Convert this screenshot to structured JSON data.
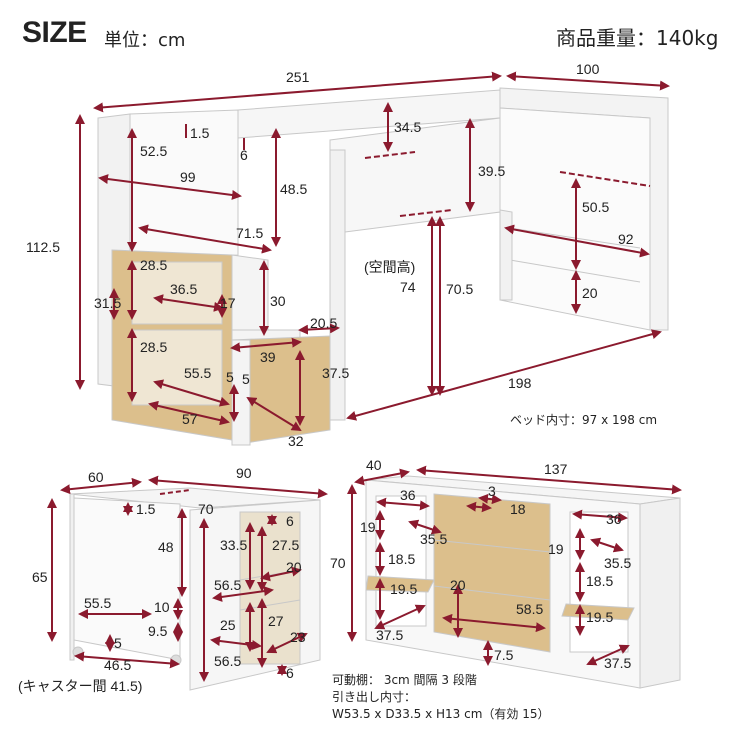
{
  "header": {
    "title": "SIZE",
    "unit": "単位：cm",
    "weight": "商品重量：140kg"
  },
  "colors": {
    "accent": "#8b1a2e",
    "wood": "#dcbf8c",
    "white_panel": "#f6f6f6",
    "outline": "#c8c8c8"
  },
  "bed_dims": {
    "d251": "251",
    "d100": "100",
    "d1125": "112.5",
    "d15": "1.5",
    "d345": "34.5",
    "d525": "52.5",
    "d6": "6",
    "d99": "99",
    "d485": "48.5",
    "d395": "39.5",
    "d715": "71.5",
    "d505": "50.5",
    "d92": "92",
    "d285a": "28.5",
    "d315": "31.5",
    "d365": "36.5",
    "d17": "17",
    "d30": "30",
    "d205": "20.5",
    "d285b": "28.5",
    "d39": "39",
    "d555": "55.5",
    "d5a": "5",
    "d5b": "5",
    "d375": "37.5",
    "d57": "57",
    "d32": "32",
    "d74": "74",
    "d705": "70.5",
    "d20": "20",
    "d198": "198",
    "space_label": "(空間高)"
  },
  "inner_size": "ベッド内寸：97 x 198 cm",
  "desk_dims": {
    "d60": "60",
    "d90": "90",
    "d15": "1.5",
    "d70": "70",
    "d65": "65",
    "d48": "48",
    "d6a": "6",
    "d335": "33.5",
    "d275": "27.5",
    "d565a": "56.5",
    "d20": "20",
    "d555": "55.5",
    "d10": "10",
    "d95": "9.5",
    "d25": "25",
    "d27": "27",
    "d5": "5",
    "d23": "23",
    "d465": "46.5",
    "d565b": "56.5",
    "d6b": "6"
  },
  "caster_note": "(キャスター間 41.5)",
  "chest_dims": {
    "d40": "40",
    "d137": "137",
    "d3": "3",
    "d36a": "36",
    "d18": "18",
    "d36b": "36",
    "d19a": "19",
    "d70": "70",
    "d355a": "35.5",
    "d185a": "18.5",
    "d19b": "19",
    "d355b": "35.5",
    "d185b": "18.5",
    "d20": "20",
    "d195a": "19.5",
    "d195b": "19.5",
    "d585": "58.5",
    "d375a": "37.5",
    "d75": "7.5",
    "d375b": "37.5"
  },
  "notes": {
    "line1": "可動棚： 3cm 間隔 3 段階",
    "line2": "引き出し内寸：",
    "line3": "W53.5 x D33.5 x H13 cm（有効 15）"
  }
}
